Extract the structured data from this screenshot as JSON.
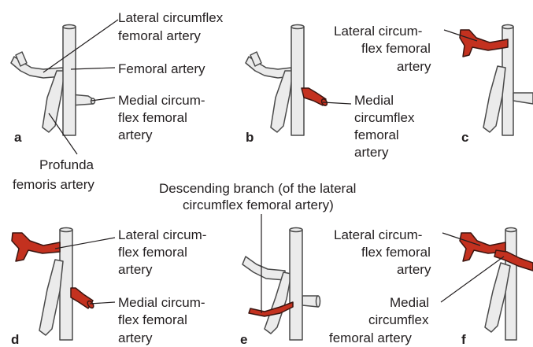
{
  "colors": {
    "vessel_fill": "#ebebeb",
    "vessel_highlight": "#c3311f",
    "outline": "#4a4a4a",
    "text": "#231f20"
  },
  "panels": {
    "a": {
      "letter": "a",
      "lateral": [
        "Lateral circumflex",
        "femoral artery"
      ],
      "femoral": "Femoral artery",
      "medial": [
        "Medial circum-",
        "flex femoral",
        "artery"
      ],
      "profunda": [
        "Profunda",
        "femoris artery"
      ]
    },
    "b": {
      "letter": "b",
      "medial": [
        "Medial",
        "circumflex",
        "femoral",
        "artery"
      ]
    },
    "c": {
      "letter": "c",
      "lateral": [
        "Lateral circum-",
        "flex femoral",
        "artery"
      ]
    },
    "d": {
      "letter": "d",
      "lateral": [
        "Lateral circum-",
        "flex femoral",
        "artery"
      ],
      "medial": [
        "Medial circum-",
        "flex femoral",
        "artery"
      ]
    },
    "e": {
      "letter": "e",
      "descending": [
        "Descending branch (of the lateral",
        "circumflex femoral artery)"
      ]
    },
    "f": {
      "letter": "f",
      "lateral": [
        "Lateral circum-",
        "flex femoral",
        "artery"
      ],
      "medial": [
        "Medial",
        "circumflex",
        "femoral artery"
      ]
    }
  }
}
